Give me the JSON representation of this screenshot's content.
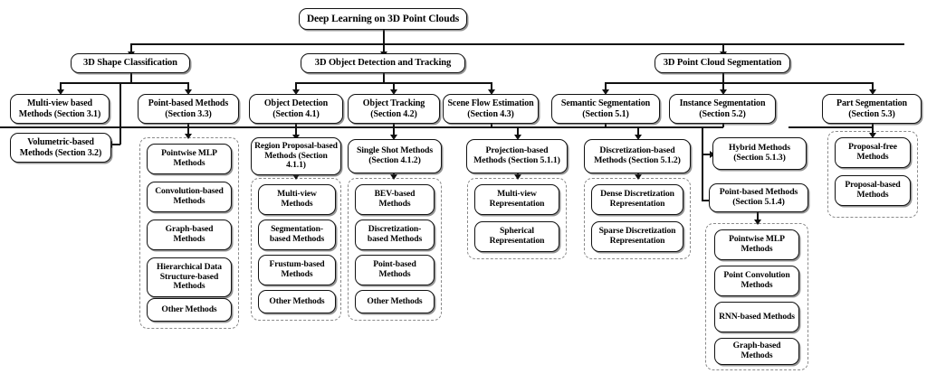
{
  "figure": {
    "type": "taxonomy-tree-diagram",
    "root": "Deep Learning on 3D Point Clouds"
  },
  "nodes": {
    "root": "Deep Learning on 3D Point Clouds",
    "l1": {
      "shape_classification": "3D Shape Classification",
      "object_detection_tracking": "3D Object Detection and Tracking",
      "point_cloud_segmentation": "3D Point Cloud Segmentation"
    },
    "l2": {
      "multiview_based": "Multi-view based Methods (Section 3.1)",
      "point_based": "Point-based Methods (Section 3.3)",
      "object_detection": "Object Detection (Section 4.1)",
      "object_tracking": "Object Tracking (Section 4.2)",
      "scene_flow": "Scene Flow Estimation (Section 4.3)",
      "semantic_seg": "Semantic Segmentation (Section 5.1)",
      "instance_seg": "Instance Segmentation (Section 5.2)",
      "part_seg": "Part Segmentation (Section 5.3)"
    },
    "l3": {
      "volumetric_based": "Volumetric-based Methods (Section 3.2)",
      "region_proposal": "Region Proposal-based Methods (Section 4.1.1)",
      "single_shot": "Single Shot Methods (Section 4.1.2)",
      "projection_based": "Projection-based Methods (Section 5.1.1)",
      "discretization_based": "Discretization-based Methods (Section 5.1.2)",
      "hybrid_methods": "Hybrid Methods (Section 5.1.3)",
      "point_based_seg": "Point-based Methods (Section 5.1.4)"
    },
    "leaves": {
      "point_based_group": [
        "Pointwise MLP Methods",
        "Convolution-based Methods",
        "Graph-based Methods",
        "Hierarchical Data Structure-based Methods",
        "Other Methods"
      ],
      "region_proposal_group": [
        "Multi-view Methods",
        "Segmentation-based Methods",
        "Frustum-based Methods",
        "Other Methods"
      ],
      "single_shot_group": [
        "BEV-based Methods",
        "Discretization-based Methods",
        "Point-based Methods",
        "Other Methods"
      ],
      "projection_group": [
        "Multi-view Representation",
        "Spherical Representation"
      ],
      "discretization_group": [
        "Dense Discretization Representation",
        "Sparse Discretization Representation"
      ],
      "point_based_seg_group": [
        "Pointwise MLP Methods",
        "Point Convolution Methods",
        "RNN-based Methods",
        "Graph-based Methods"
      ],
      "part_seg_group": [
        "Proposal-free Methods",
        "Proposal-based Methods"
      ]
    }
  },
  "colors": {
    "node_border": "#111111",
    "group_border": "#8a8a8a",
    "connector": "#111111",
    "background": "#ffffff",
    "text": "#000000"
  }
}
